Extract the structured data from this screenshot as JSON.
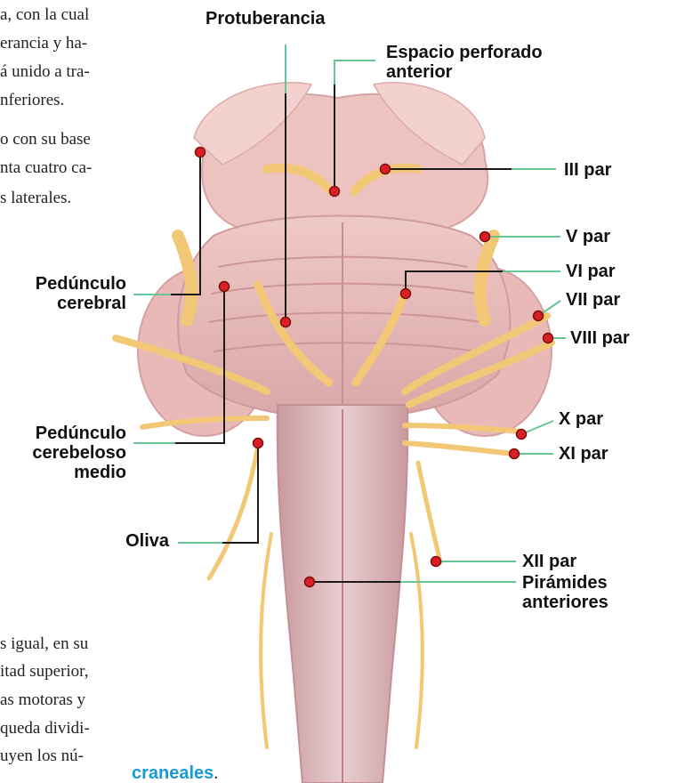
{
  "colors": {
    "pointer": "#d81f26",
    "line_dark": "#1a1a1a",
    "line_green": "#67c495",
    "nerve": "#f2c877",
    "tissue": "#e7b4b2",
    "highlight": "#1a9ad6"
  },
  "body_text_top": [
    "a, con la cual",
    "erancia y ha-",
    "á unido a tra-",
    "nferiores.",
    "o con su base",
    "nta cuatro ca-",
    "s laterales."
  ],
  "body_text_bottom": [
    "s igual, en su",
    "itad superior,",
    "as motoras y",
    "queda dividi-",
    "uyen los nú-"
  ],
  "body_text_highlight": "craneales",
  "body_text_highlight_tail": ".",
  "labels": {
    "protuberancia": "Protuberancia",
    "espacio_perforado_1": "Espacio perforado",
    "espacio_perforado_2": "anterior",
    "pedunculo_cerebral_1": "Pedúnculo",
    "pedunculo_cerebral_2": "cerebral",
    "pedunculo_cerebeloso_1": "Pedúnculo",
    "pedunculo_cerebeloso_2": "cerebeloso",
    "pedunculo_cerebeloso_3": "medio",
    "oliva": "Oliva",
    "iii_par": "III par",
    "v_par": "V par",
    "vi_par": "VI par",
    "vii_par": "VII par",
    "viii_par": "VIII par",
    "x_par": "X par",
    "xi_par": "XI par",
    "xii_par": "XII par",
    "piramides_1": "Pirámides",
    "piramides_2": "anteriores"
  }
}
